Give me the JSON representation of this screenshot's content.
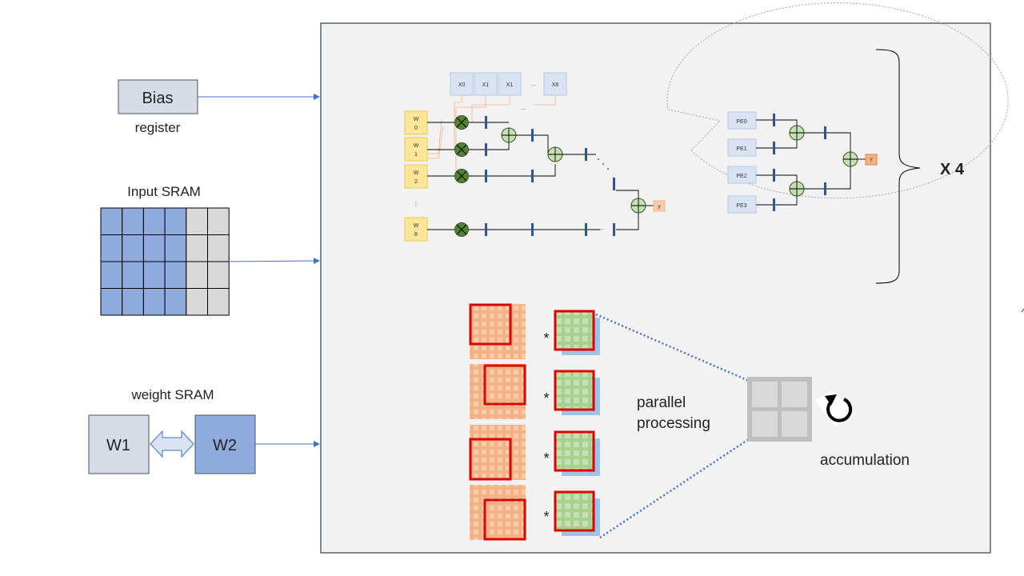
{
  "bias": {
    "label": "Bias",
    "caption": "register"
  },
  "input_sram": {
    "label": "Input SRAM",
    "rows": 4,
    "cols": 6,
    "active_cols": 4
  },
  "weight_sram": {
    "label": "weight SRAM",
    "w1": "W1",
    "w2": "W2"
  },
  "pe_detail": {
    "inputs": [
      "X0",
      "X1",
      "X1",
      "...",
      "X8"
    ],
    "weights": [
      {
        "top": "W",
        "bottom": "0"
      },
      {
        "top": "W",
        "bottom": "1"
      },
      {
        "top": "W",
        "bottom": "2"
      },
      {
        "top": "W",
        "bottom": "8"
      }
    ],
    "weight_ellipsis": "⋮",
    "input_ellipsis": "...",
    "row_ellipsis": "...",
    "output": "y"
  },
  "pe_array": {
    "units": [
      "PE0",
      "PE1",
      "PE2",
      "PE3"
    ],
    "output": "Y"
  },
  "multiplier": "X 4",
  "conv": {
    "operator": "*",
    "parallel_label_1": "parallel",
    "parallel_label_2": "processing",
    "accumulation_label": "accumulation"
  },
  "colors": {
    "frame_bg": "#f2f2f2",
    "frame_border": "#2f3e4f",
    "arrow": "#4472c4",
    "sram_active": "#8faadc",
    "sram_inactive": "#d9d9d9",
    "w1_fill": "#d6dce5",
    "w2_fill": "#8faadc",
    "orange_tile": "#f4b183",
    "green_tile": "#a9d18e",
    "red_window": "#e00000",
    "register_tick": "#2f5597"
  }
}
